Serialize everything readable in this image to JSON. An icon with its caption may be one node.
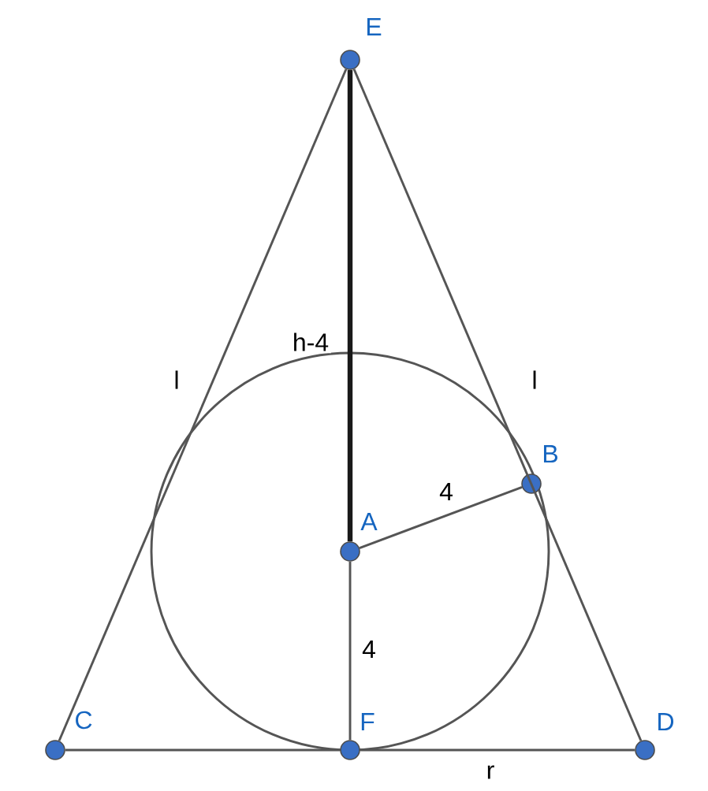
{
  "diagram": {
    "nodes": [
      {
        "text": [
          "E"
        ]
      },
      {
        "text": [
          "A"
        ]
      },
      {
        "text": [
          "B"
        ]
      },
      {
        "text": [
          "C"
        ]
      },
      {
        "text": [
          "F"
        ]
      },
      {
        "text": [
          "D"
        ]
      }
    ],
    "edges": [
      {
        "from": 3,
        "to": 0,
        "arrow": "none",
        "label": "l"
      },
      {
        "from": 0,
        "to": 5,
        "arrow": "none",
        "label": "l"
      },
      {
        "from": 0,
        "to": 1,
        "arrow": "none",
        "label": "h-4",
        "style": "thick"
      },
      {
        "from": 1,
        "to": 2,
        "arrow": "none",
        "label": "4"
      },
      {
        "from": 1,
        "to": 4,
        "arrow": "none",
        "label": "4"
      },
      {
        "from": 3,
        "to": 4,
        "arrow": "none"
      },
      {
        "from": 4,
        "to": 5,
        "arrow": "none",
        "label": "r"
      }
    ]
  }
}
